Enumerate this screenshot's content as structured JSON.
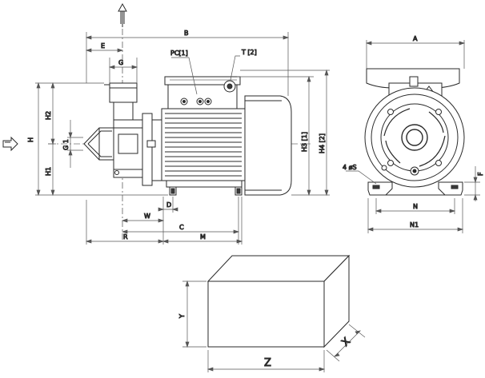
{
  "colors": {
    "line": "#2a2a2a",
    "thin": "#555555",
    "fill_dark": "#3a3a3a",
    "fill_mid": "#bdbdbd",
    "background": "#ffffff"
  },
  "side_view": {
    "dimensions": {
      "B": "B",
      "E": "E",
      "G": "G",
      "PC1": "PC[1]",
      "T2": "T [2]",
      "H": "H",
      "H2": "H2",
      "H1": "H1",
      "G1": "G 1",
      "H3": "H3 [1]",
      "H4": "H4 [2]",
      "D": "D",
      "W": "W",
      "C": "C",
      "R": "R",
      "M": "M"
    }
  },
  "front_view": {
    "dimensions": {
      "A": "A",
      "holes": "4 øS",
      "F": "F",
      "N": "N",
      "N1": "N1"
    }
  },
  "packaging_box": {
    "dimensions": {
      "Y": "Y",
      "Z": "Z",
      "X": "X"
    }
  }
}
